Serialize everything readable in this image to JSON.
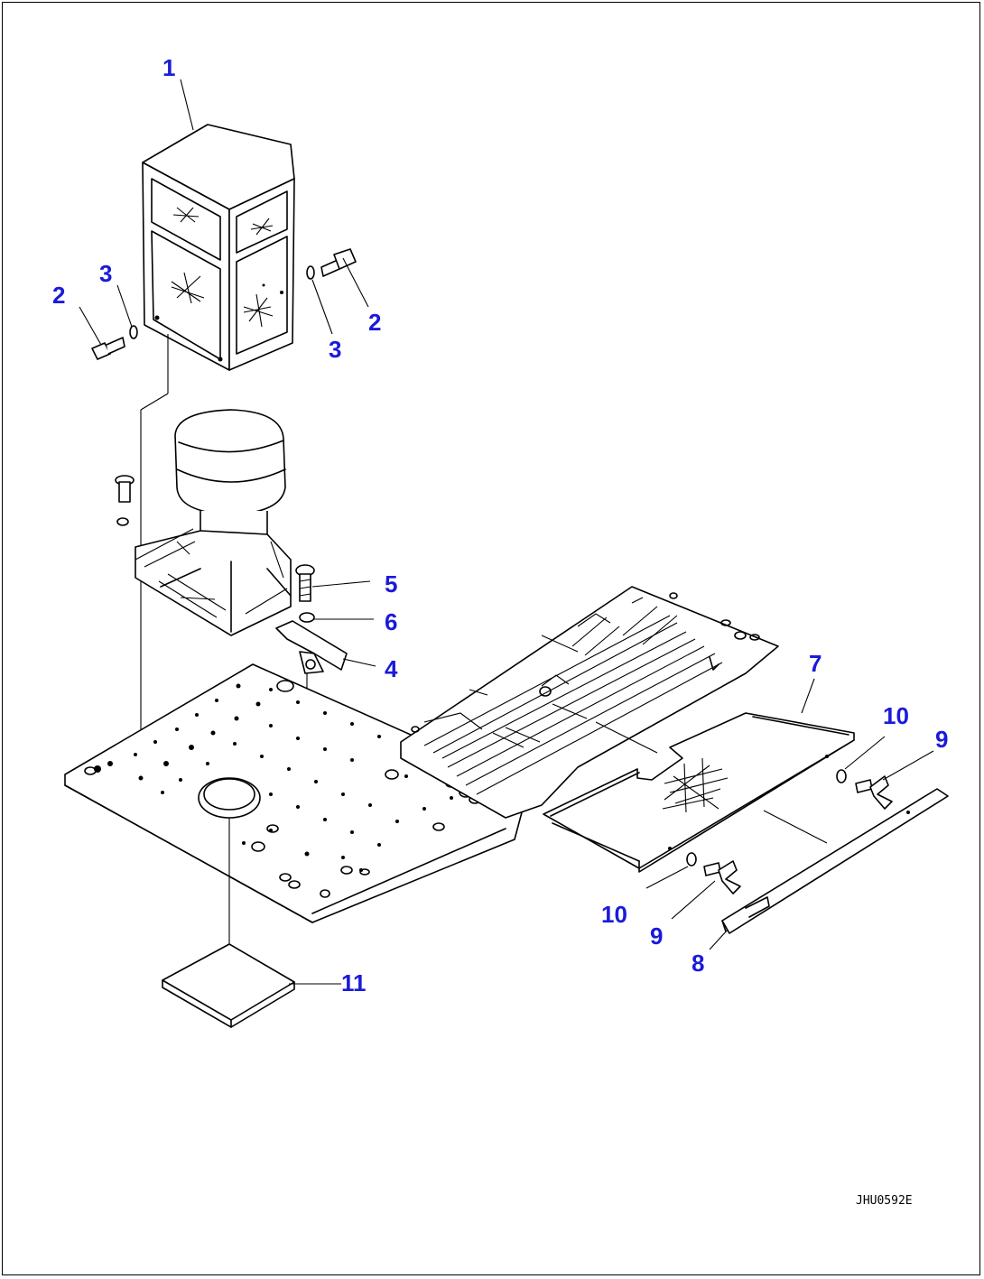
{
  "diagram": {
    "callouts": [
      {
        "id": "callout-1a",
        "label": "1"
      },
      {
        "id": "callout-2a",
        "label": "2"
      },
      {
        "id": "callout-3a",
        "label": "3"
      },
      {
        "id": "callout-2b",
        "label": "2"
      },
      {
        "id": "callout-3b",
        "label": "3"
      },
      {
        "id": "callout-5",
        "label": "5"
      },
      {
        "id": "callout-6",
        "label": "6"
      },
      {
        "id": "callout-4",
        "label": "4"
      },
      {
        "id": "callout-7",
        "label": "7"
      },
      {
        "id": "callout-10a",
        "label": "10"
      },
      {
        "id": "callout-9a",
        "label": "9"
      },
      {
        "id": "callout-10b",
        "label": "10"
      },
      {
        "id": "callout-9b",
        "label": "9"
      },
      {
        "id": "callout-8",
        "label": "8"
      },
      {
        "id": "callout-11",
        "label": "11"
      }
    ],
    "drawing_id": "JHU0592E",
    "colors": {
      "callout": "#1a1adb",
      "line": "#000000",
      "background": "#ffffff"
    }
  }
}
